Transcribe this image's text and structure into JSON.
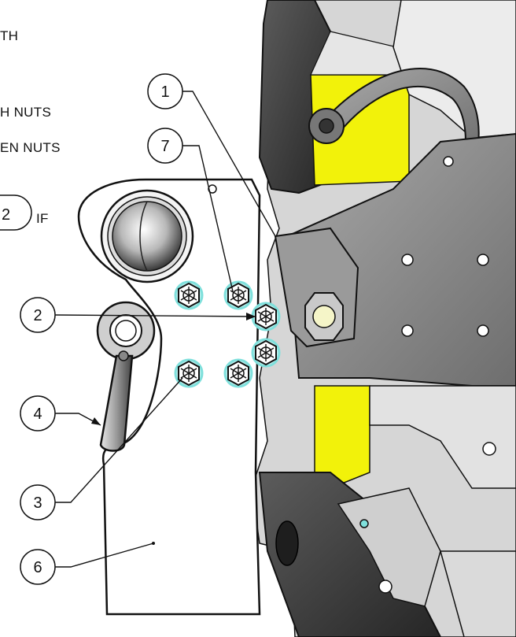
{
  "instruction_fragments": [
    "TH",
    "H NUTS",
    "EN NUTS",
    "IF"
  ],
  "partial_callout_label": "2",
  "callouts": [
    {
      "label": "1"
    },
    {
      "label": "7"
    },
    {
      "label": "2"
    },
    {
      "label": "4"
    },
    {
      "label": "3"
    },
    {
      "label": "6"
    }
  ],
  "colors": {
    "line": "#111111",
    "highlight_yellow": "#f2f20a",
    "teal_glow": "#7fe0dc",
    "machine_gray": "#8a8a8a",
    "machine_dark": "#3c3c3c"
  }
}
